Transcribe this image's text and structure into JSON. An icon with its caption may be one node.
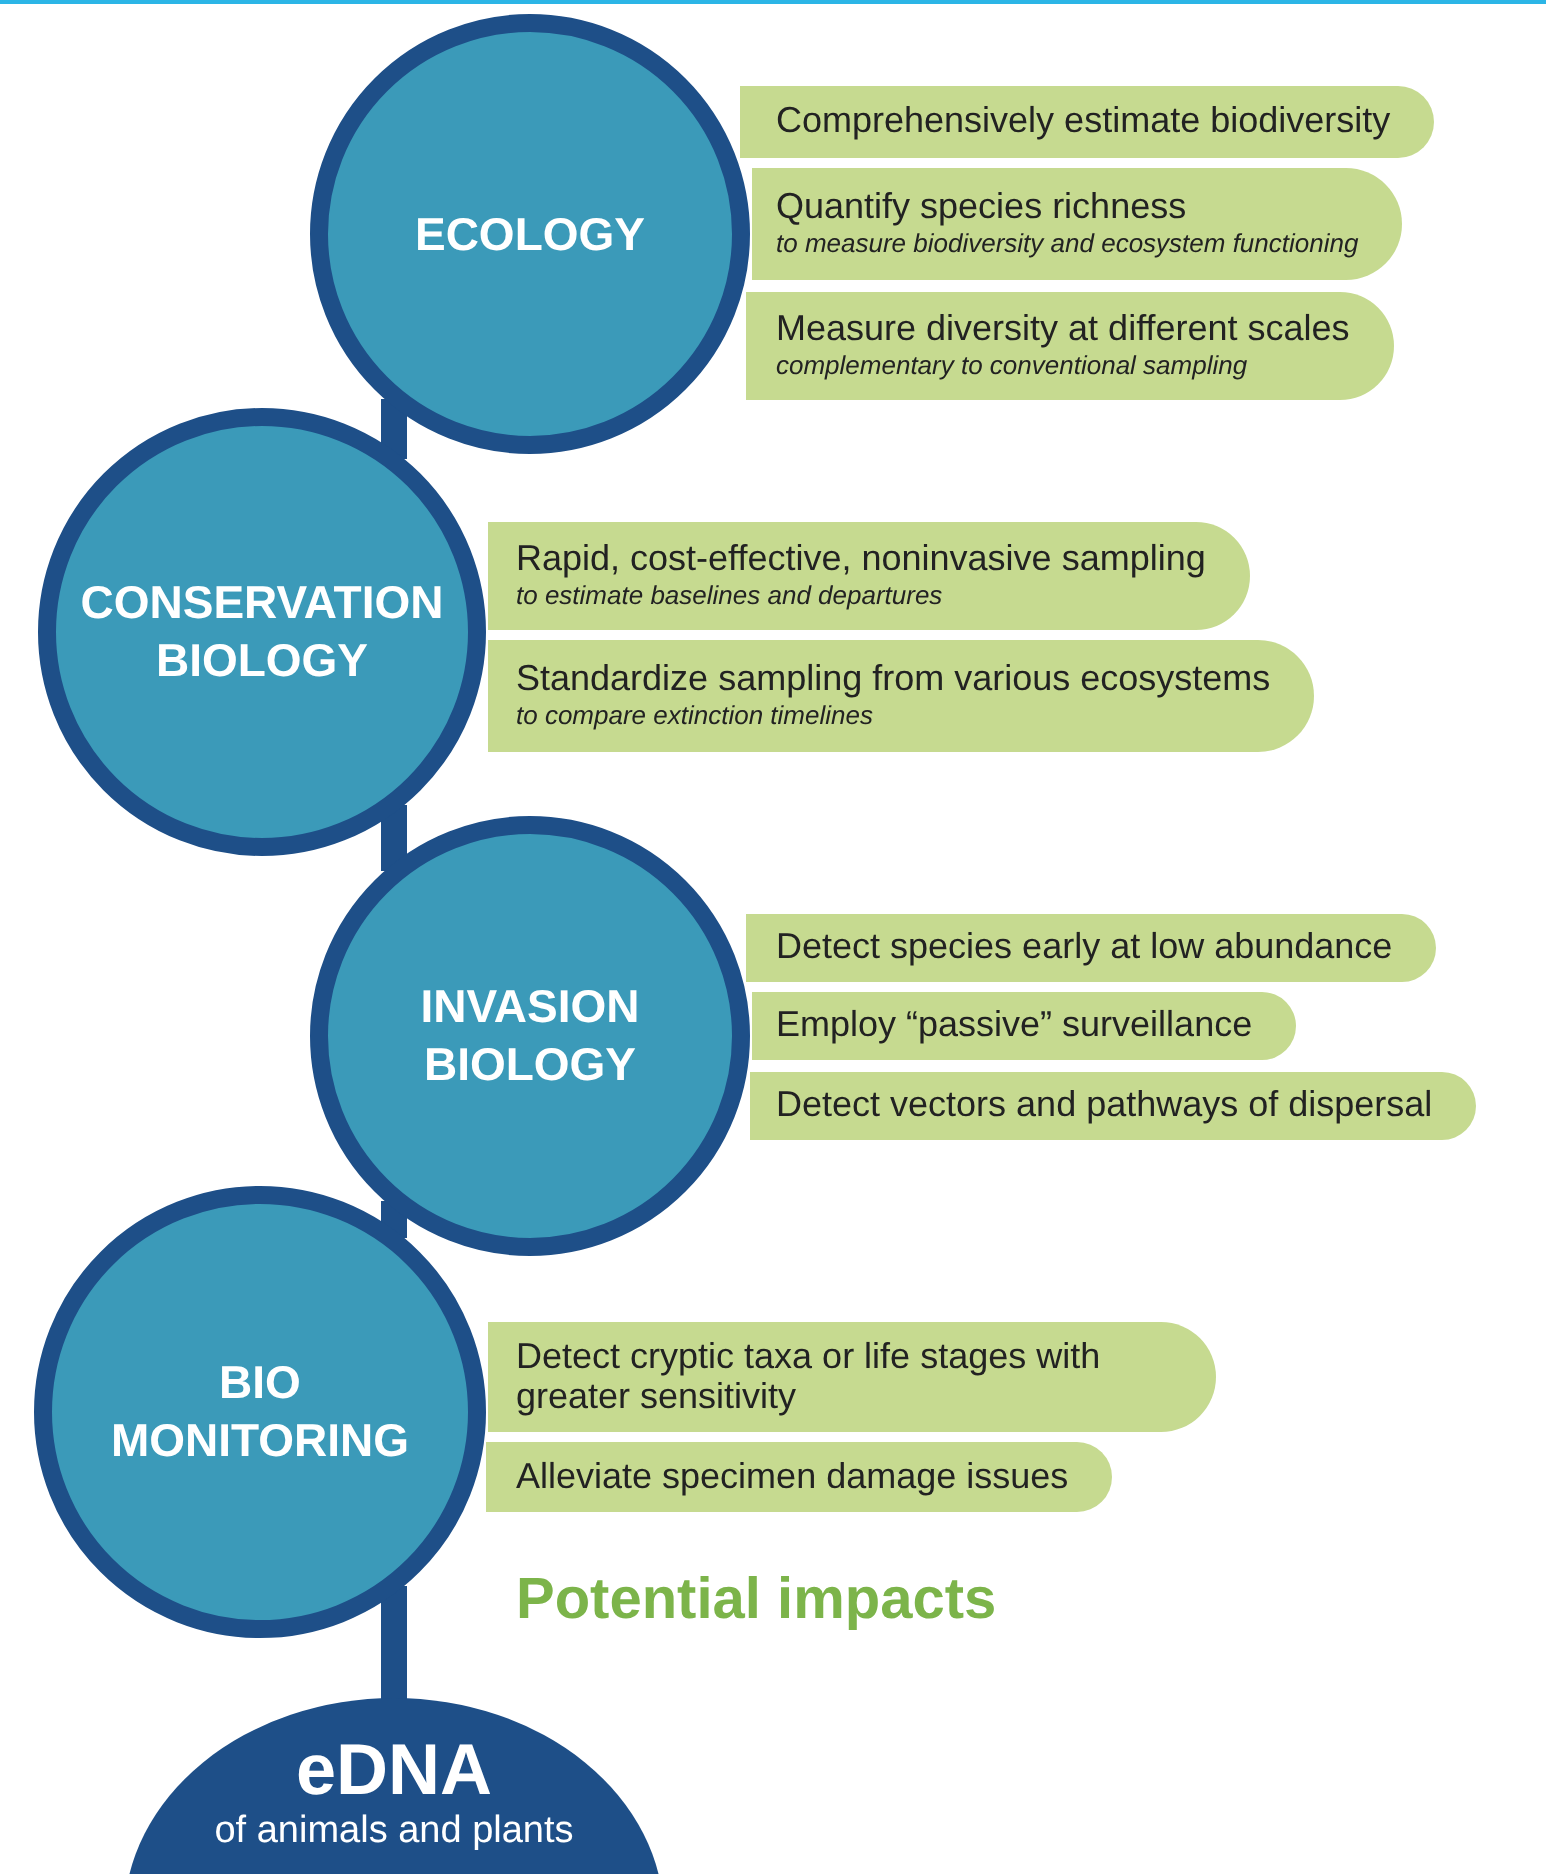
{
  "diagram": {
    "nodes": [
      {
        "text": [
          "ECOLOGY"
        ]
      },
      {
        "text": [
          "Comprehensively estimate biodiversity"
        ]
      },
      {
        "text": [
          "Quantify species richness",
          "to measure biodiversity and ecosystem functioning"
        ]
      },
      {
        "text": [
          "Measure diversity at different scales",
          "complementary to conventional sampling"
        ]
      },
      {
        "text": [
          "CONSERVATION BIOLOGY"
        ]
      },
      {
        "text": [
          "Rapid, cost-effective, noninvasive sampling",
          "to estimate baselines and departures"
        ]
      },
      {
        "text": [
          "Standardize sampling from various ecosystems",
          "to compare extinction timelines"
        ]
      },
      {
        "text": [
          "INVASION BIOLOGY"
        ]
      },
      {
        "text": [
          "Detect species early at low abundance"
        ]
      },
      {
        "text": [
          "Employ “passive” surveillance"
        ]
      },
      {
        "text": [
          "Detect vectors and pathways of dispersal"
        ]
      },
      {
        "text": [
          "BIO MONITORING"
        ]
      },
      {
        "text": [
          "Detect cryptic taxa or life stages with greater sensitivity"
        ]
      },
      {
        "text": [
          "Alleviate specimen damage issues"
        ]
      },
      {
        "text": [
          "eDNA",
          "of animals and plants"
        ]
      }
    ],
    "edges": [
      {
        "from": 14,
        "to": 11,
        "arrow": "none"
      },
      {
        "from": 11,
        "to": 7,
        "arrow": "none"
      },
      {
        "from": 7,
        "to": 4,
        "arrow": "none"
      },
      {
        "from": 4,
        "to": 0,
        "arrow": "none"
      }
    ],
    "labels": [
      "Potential impacts"
    ]
  }
}
